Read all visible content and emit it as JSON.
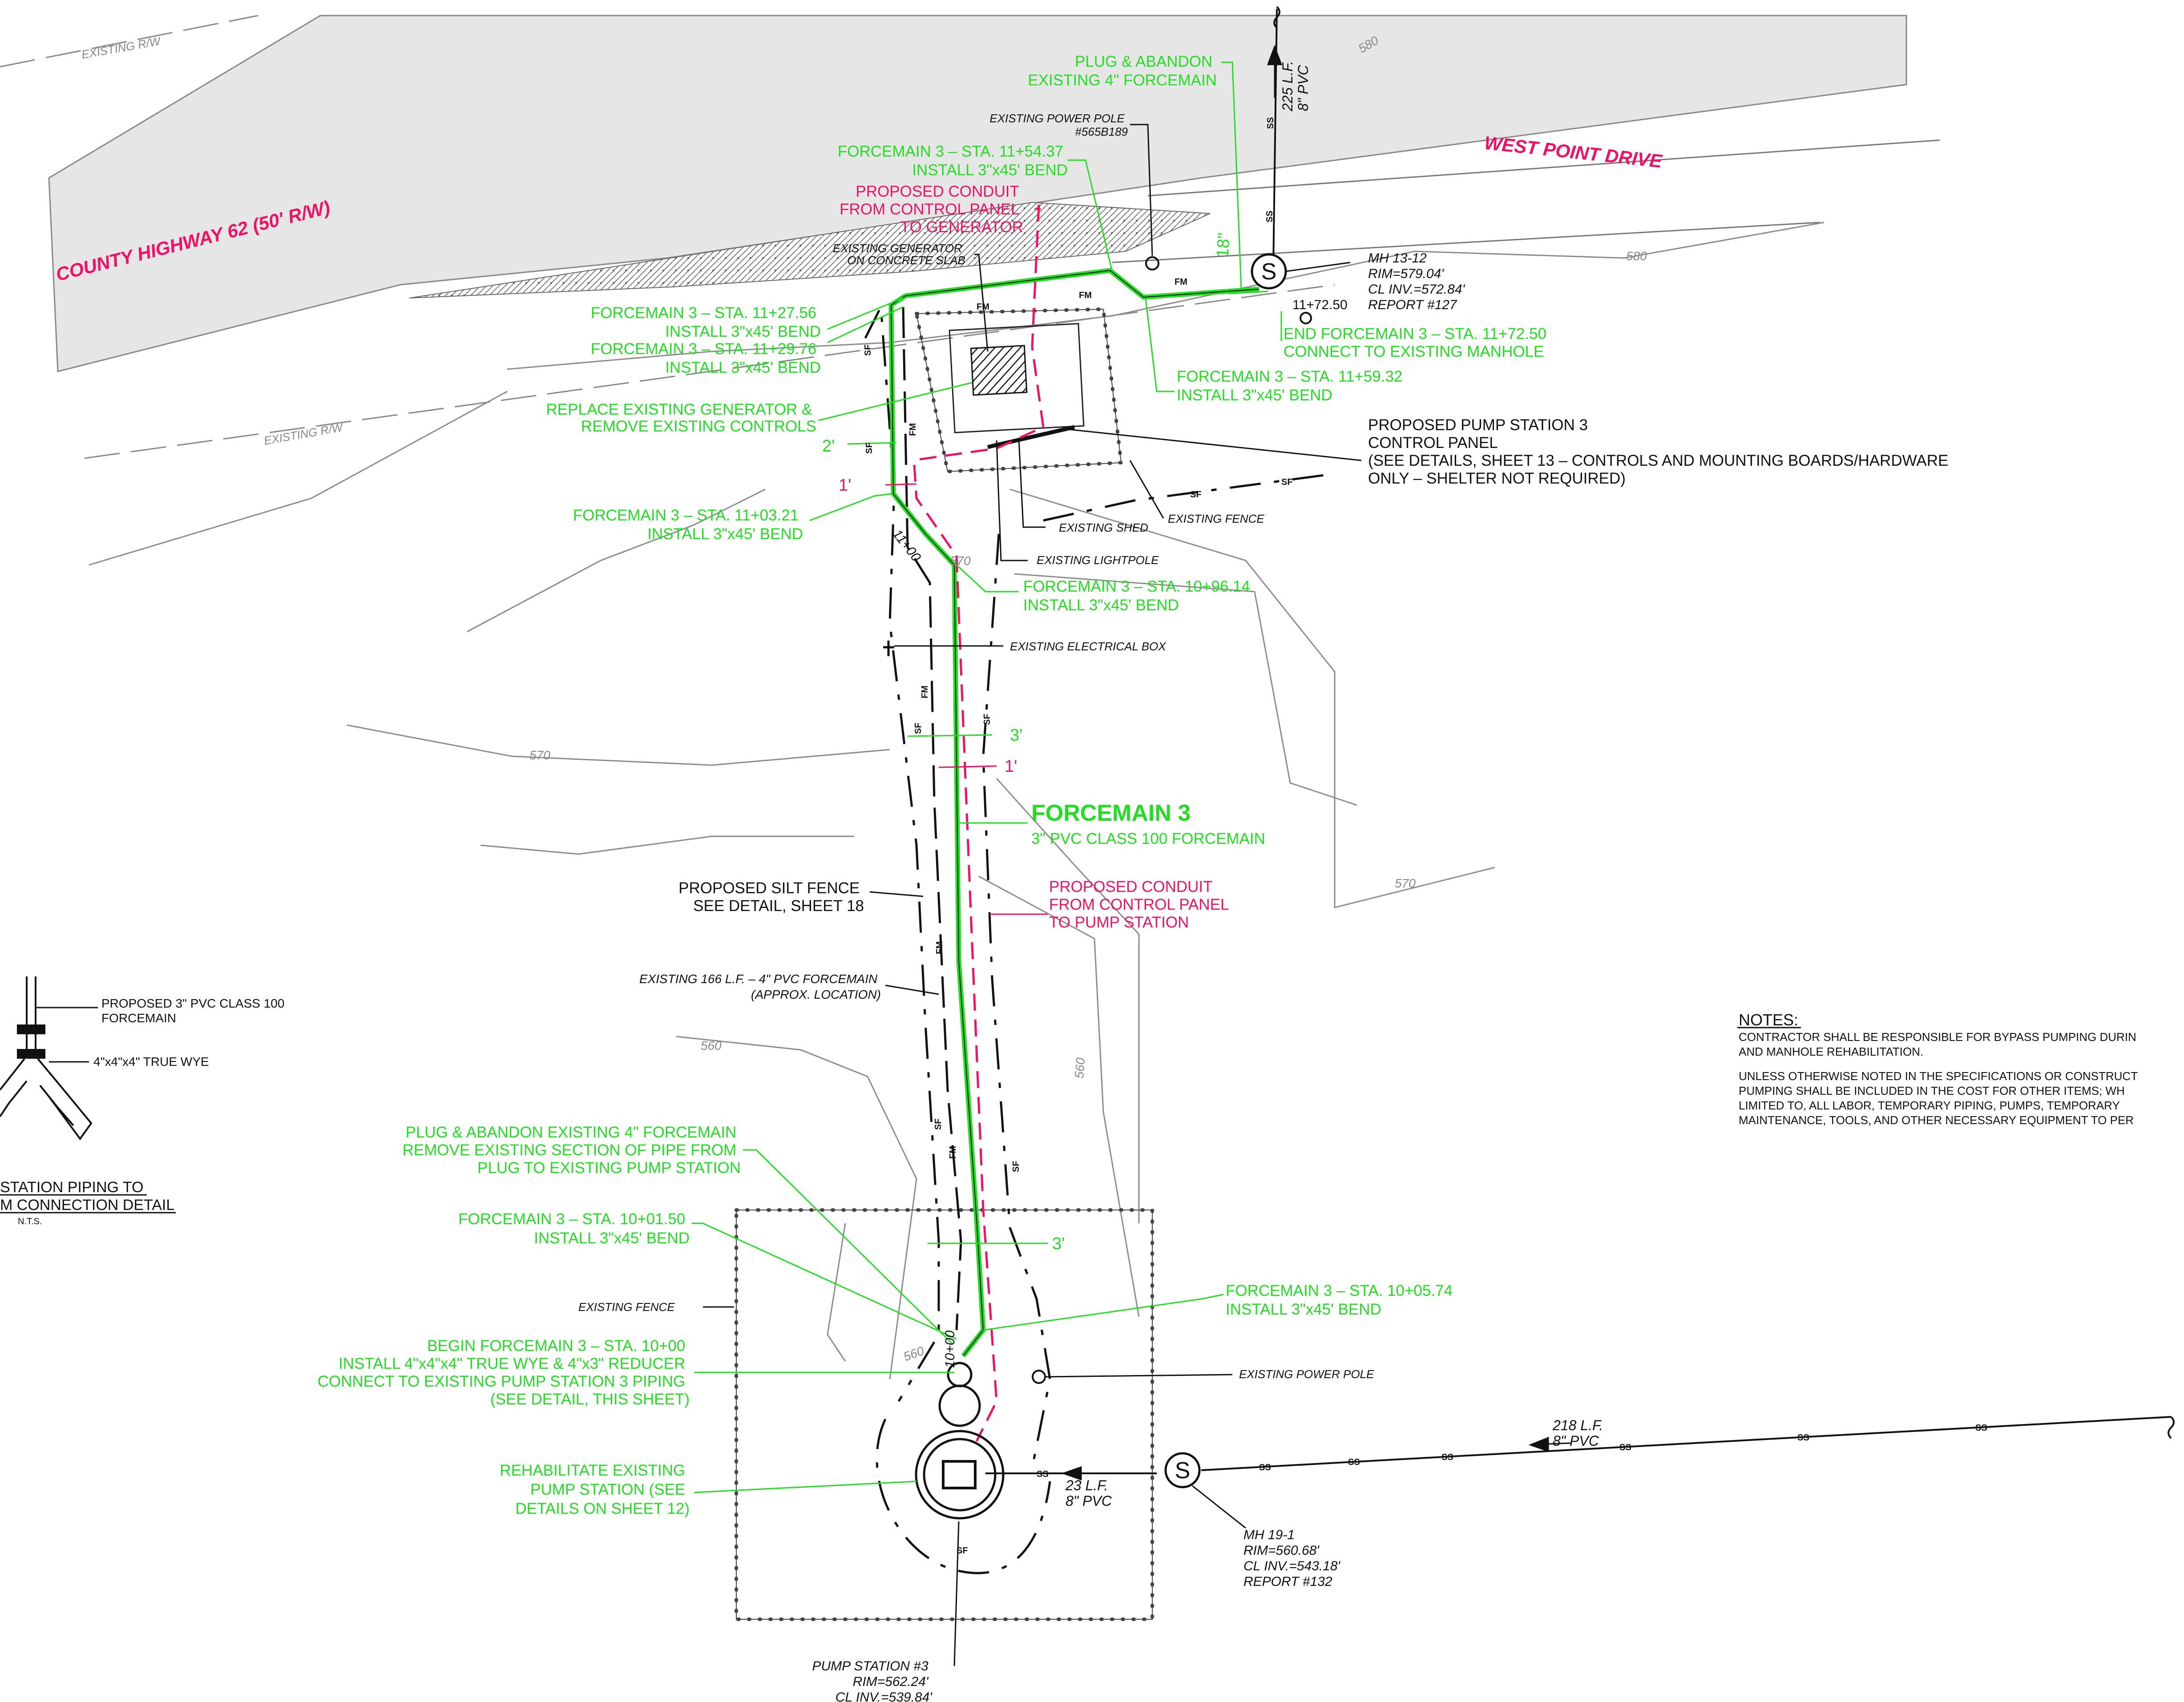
{
  "colors": {
    "proposed_green": "#22dd22",
    "conduit_red": "#ee1166",
    "road_gray": "#e6e6e6",
    "linework": "#111111",
    "contour_gray": "#8c8c8c"
  },
  "roads": {
    "county_highway": "COUNTY HIGHWAY 62 (50' R/W)",
    "west_point": "WEST POINT DRIVE",
    "existing_rw": "EXISTING R/W"
  },
  "contours": {
    "c580": "580",
    "c570": "570",
    "c560": "560"
  },
  "plug_top": {
    "line1": "PLUG & ABANDON",
    "line2": "EXISTING 4\" FORCEMAIN"
  },
  "power_pole_top": {
    "line1": "EXISTING POWER POLE",
    "line2": "#565B189"
  },
  "fm_1154": {
    "line1": "FORCEMAIN 3 – STA. 11+54.37",
    "line2": "INSTALL 3\"x45' BEND"
  },
  "conduit_generator": {
    "line1": "PROPOSED CONDUIT",
    "line2": "FROM CONTROL PANEL",
    "line3": "TO GENERATOR"
  },
  "existing_generator": {
    "line1": "EXISTING GENERATOR",
    "line2": "ON CONCRETE SLAB"
  },
  "fm_1127": {
    "line1": "FORCEMAIN 3 – STA. 11+27.56",
    "line2": "INSTALL 3\"x45' BEND"
  },
  "fm_1129": {
    "line1": "FORCEMAIN 3 – STA. 11+29.76",
    "line2": "INSTALL 3\"x45' BEND"
  },
  "replace_generator": {
    "line1": "REPLACE EXISTING GENERATOR &",
    "line2": "REMOVE EXISTING CONTROLS"
  },
  "fm_1103": {
    "line1": "FORCEMAIN 3 – STA. 11+03.21",
    "line2": "INSTALL 3\"x45' BEND"
  },
  "mh_1312": {
    "line1": "MH 13-12",
    "line2": "RIM=579.04'",
    "line3": "CL INV.=572.84'",
    "line4": "REPORT #127"
  },
  "sta_1172": "11+72.50",
  "end_fm": {
    "line1": "END FORCEMAIN 3 – STA. 11+72.50",
    "line2": "CONNECT TO EXISTING MANHOLE"
  },
  "fm_1159": {
    "line1": "FORCEMAIN 3 – STA. 11+59.32",
    "line2": "INSTALL 3\"x45' BEND"
  },
  "control_panel": {
    "line1": "PROPOSED PUMP STATION 3",
    "line2": "CONTROL PANEL",
    "line3": "(SEE DETAILS, SHEET 13 – CONTROLS AND MOUNTING BOARDS/HARDWARE",
    "line4": "ONLY – SHELTER NOT REQUIRED)"
  },
  "existing_fence": "EXISTING FENCE",
  "existing_shed": "EXISTING SHED",
  "existing_lightpole": "EXISTING LIGHTPOLE",
  "fm_1096": {
    "line1": "FORCEMAIN 3 – STA. 10+96.14",
    "line2": "INSTALL 3\"x45' BEND"
  },
  "existing_electrical_box": "EXISTING ELECTRICAL BOX",
  "forcemain_title": "FORCEMAIN 3",
  "forcemain_sub": "3\" PVC CLASS 100 FORCEMAIN",
  "silt_fence": {
    "line1": "PROPOSED SILT FENCE",
    "line2": "SEE DETAIL, SHEET 18"
  },
  "conduit_pump": {
    "line1": "PROPOSED CONDUIT",
    "line2": "FROM CONTROL PANEL",
    "line3": "TO PUMP STATION"
  },
  "existing_fm": {
    "line1": "EXISTING 166 L.F. – 4\" PVC FORCEMAIN",
    "line2": "(APPROX. LOCATION)"
  },
  "plug_bottom": {
    "line1": "PLUG & ABANDON EXISTING 4\" FORCEMAIN",
    "line2": "REMOVE EXISTING SECTION OF PIPE FROM",
    "line3": "PLUG TO EXISTING PUMP STATION"
  },
  "fm_1001": {
    "line1": "FORCEMAIN 3 – STA. 10+01.50",
    "line2": "INSTALL 3\"x45' BEND"
  },
  "fm_1005": {
    "line1": "FORCEMAIN 3 – STA. 10+05.74",
    "line2": "INSTALL 3\"x45' BEND"
  },
  "begin_fm": {
    "line1": "BEGIN FORCEMAIN 3 – STA. 10+00",
    "line2": "INSTALL 4\"x4\"x4\" TRUE WYE & 4\"x3\" REDUCER",
    "line3": "CONNECT TO EXISTING PUMP STATION 3 PIPING",
    "line4": "(SEE DETAIL, THIS SHEET)"
  },
  "existing_power_pole": "EXISTING POWER POLE",
  "rehab": {
    "line1": "REHABILITATE EXISTING",
    "line2": "PUMP STATION (SEE",
    "line3": "DETAILS ON SHEET 12)"
  },
  "pipe_23": {
    "line1": "23 L.F.",
    "line2": "8\" PVC"
  },
  "pipe_218": {
    "line1": "218 L.F.",
    "line2": "8\" PVC"
  },
  "pipe_225": {
    "line1": "225 L.F.",
    "line2": "8\" PVC"
  },
  "mh_191": {
    "line1": "MH 19-1",
    "line2": "RIM=560.68'",
    "line3": "CL INV.=543.18'",
    "line4": "REPORT #132"
  },
  "pump_station": {
    "line1": "PUMP STATION #3",
    "line2": "RIM=562.24'",
    "line3": "CL INV.=539.84'"
  },
  "detail": {
    "pvc_label1": "PROPOSED 3\" PVC CLASS 100",
    "pvc_label2": "FORCEMAIN",
    "wye_label": "4\"x4\"x4\" TRUE WYE",
    "title1": "STATION PIPING TO",
    "title2": "M CONNECTION DETAIL",
    "nts": "N.T.S."
  },
  "notes": {
    "heading": "NOTES:",
    "line1": "CONTRACTOR SHALL BE RESPONSIBLE FOR BYPASS PUMPING DURIN",
    "line2": "AND MANHOLE REHABILITATION.",
    "line3": "UNLESS OTHERWISE NOTED IN THE SPECIFICATIONS OR CONSTRUCT",
    "line4": "PUMPING SHALL BE INCLUDED IN THE COST FOR OTHER ITEMS; WH",
    "line5": "LIMITED TO, ALL LABOR, TEMPORARY PIPING, PUMPS, TEMPORARY",
    "line6": "MAINTENANCE, TOOLS, AND OTHER NECESSARY EQUIPMENT TO PER"
  },
  "dims": {
    "d18": "18\"",
    "d2": "2'",
    "d1": "1'",
    "d3": "3'"
  },
  "markers": {
    "sta_1100": "11+00",
    "sta_1000": "10+00",
    "fm": "FM",
    "sf": "SF",
    "ss": "SS",
    "manhole": "S"
  }
}
